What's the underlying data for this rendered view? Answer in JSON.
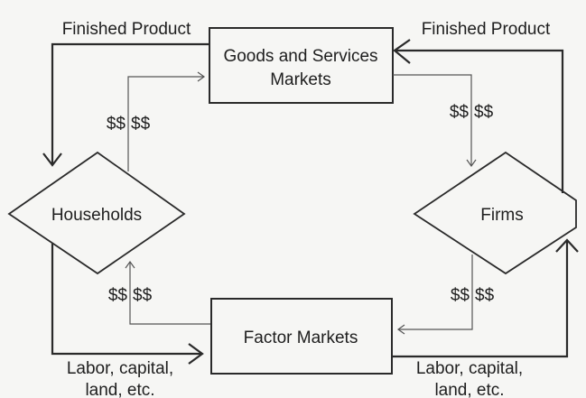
{
  "nodes": {
    "goods_line1": "Goods and Services",
    "goods_line2": "Markets",
    "factor": "Factor Markets",
    "households": "Households",
    "firms": "Firms"
  },
  "flows": {
    "finished_product_left": "Finished Product",
    "finished_product_right": "Finished Product",
    "money": "$$",
    "labor_left_line1": "Labor, capital,",
    "labor_left_line2": "land, etc.",
    "labor_right_line1": "Labor, capital,",
    "labor_right_line2": "land, etc."
  }
}
